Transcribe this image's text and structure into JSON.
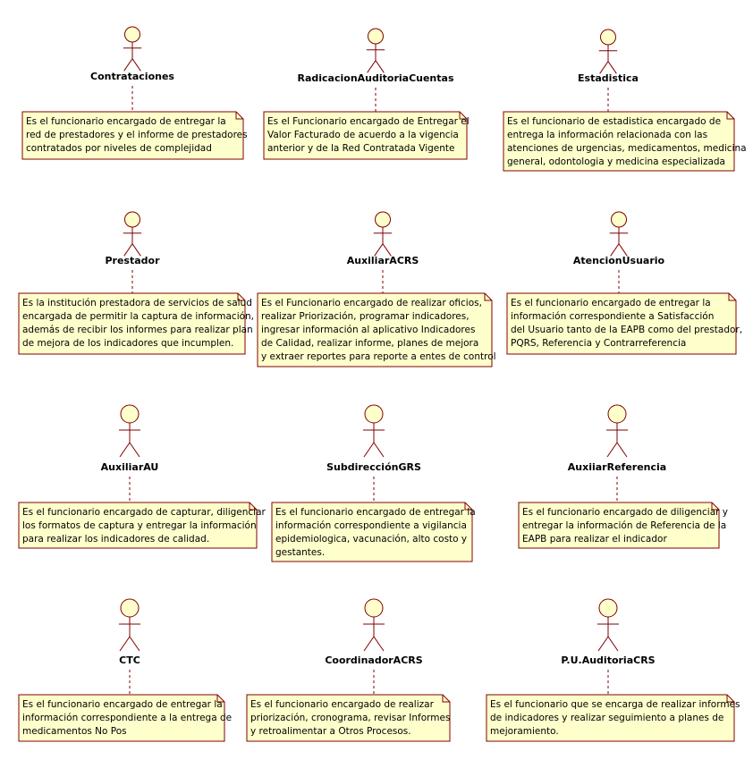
{
  "actors": [
    {
      "name": "Contrataciones",
      "description": [
        "Es el funcionario encargado de entregar la",
        "red de prestadores y el informe de prestadores",
        "contratados por niveles de complejidad"
      ]
    },
    {
      "name": "RadicacionAuditoriaCuentas",
      "description": [
        "Es el Funcionario encargado de Entregar el",
        "Valor Facturado de acuerdo a la vigencia",
        "anterior y de la Red Contratada Vigente"
      ]
    },
    {
      "name": "Estadistica",
      "description": [
        "Es el funcionario de estadistica encargado de",
        "entrega la información relacionada con las",
        "atenciones de urgencias, medicamentos, medicina",
        "general, odontologia y medicina especializada"
      ]
    },
    {
      "name": "Prestador",
      "description": [
        "Es la institución prestadora de servicios de salud",
        "encargada de permitir la captura de información,",
        "además de recibir los informes para realizar plan",
        "de mejora de los indicadores que incumplen."
      ]
    },
    {
      "name": "AuxiliarACRS",
      "description": [
        "Es el Funcionario encargado de realizar oficios,",
        "realizar Priorización, programar indicadores,",
        "ingresar información al aplicativo Indicadores",
        "de Calidad, realizar informe, planes de mejora",
        "y extraer reportes para reporte a entes de control"
      ]
    },
    {
      "name": "AtencionUsuario",
      "description": [
        "Es el funcionario encargado de entregar la",
        "información correspondiente a Satisfacción",
        "del Usuario tanto de la EAPB como del prestador,",
        "PQRS, Referencia y Contrarreferencia"
      ]
    },
    {
      "name": "AuxiliarAU",
      "description": [
        "Es el funcionario encargado de capturar, diligenciar",
        "los formatos de captura y entregar la información",
        "para realizar los indicadores de calidad."
      ]
    },
    {
      "name": "SubdirecciónGRS",
      "description": [
        "Es el funcionario encargado de entregar la",
        "información correspondiente a vigilancia",
        "epidemiologica, vacunación, alto costo y",
        "gestantes."
      ]
    },
    {
      "name": "AuxiiarReferencia",
      "description": [
        "Es el funcionario encargado de diligenciar y",
        "entregar la información de Referencia de la",
        "EAPB para realizar el indicador"
      ]
    },
    {
      "name": "CTC",
      "description": [
        "Es el funcionario encargado de entregar la",
        "información correspondiente a la entrega de",
        "medicamentos No Pos"
      ]
    },
    {
      "name": "CoordinadorACRS",
      "description": [
        "Es el funcionario encargado de realizar",
        "priorización, cronograma, revisar Informes",
        "y retroalimentar a Otros Procesos."
      ]
    },
    {
      "name": "P.U.AuditoriaCRS",
      "description": [
        "Es el funcionario que se encarga de realizar informes",
        "de indicadores y realizar seguimiento a planes de",
        "mejoramiento."
      ]
    }
  ],
  "colors": {
    "actor_fill": "#ffffcc",
    "actor_stroke": "#800000",
    "note_fill": "#ffffcc",
    "note_stroke": "#800000",
    "link": "#800000"
  }
}
